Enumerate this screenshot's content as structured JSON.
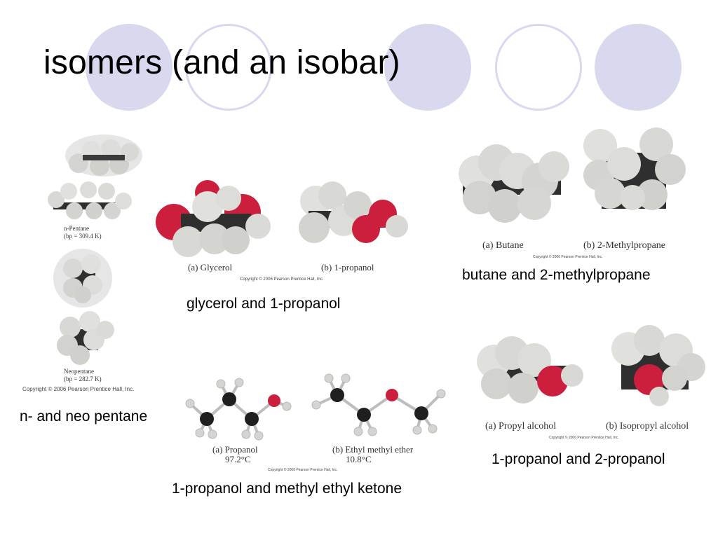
{
  "slide": {
    "title": "isomers (and an isobar)",
    "colors": {
      "decor_circle": "#d8d8ee",
      "oxygen": "#cc1f3d",
      "hydrogen": "#dcdcd8",
      "carbon": "#2b2b2b"
    }
  },
  "figures": {
    "pentane": {
      "label_n": "n-Pentane",
      "bp_n": "(bp = 309.4 K)",
      "label_neo": "Neopentane",
      "bp_neo": "(bp = 282.7 K)",
      "copyright": "Copyright © 2006 Pearson Prentice Hall, Inc.",
      "caption": "n- and neo pentane"
    },
    "glycerol": {
      "label_a": "(a) Glycerol",
      "label_b": "(b) 1-propanol",
      "copyright": "Copyright © 2006 Pearson Prentice Hall, Inc.",
      "caption": "glycerol and 1-propanol"
    },
    "butane": {
      "label_a": "(a) Butane",
      "label_b": "(b) 2-Methylpropane",
      "copyright": "Copyright © 2006 Pearson Prentice Hall, Inc.",
      "caption": "butane and 2-methylpropane"
    },
    "propanol_ether": {
      "label_a": "(a) Propanol",
      "temp_a": "97.2°C",
      "label_b": "(b) Ethyl methyl ether",
      "temp_b": "10.8°C",
      "copyright": "Copyright © 2006 Pearson Prentice Hall, Inc.",
      "caption": "1-propanol and methyl ethyl ketone"
    },
    "propyl": {
      "label_a": "(a) Propyl alcohol",
      "label_b": "(b) Isopropyl alcohol",
      "copyright": "Copyright © 2006 Pearson Prentice Hall, Inc.",
      "caption": "1-propanol and 2-propanol"
    }
  }
}
